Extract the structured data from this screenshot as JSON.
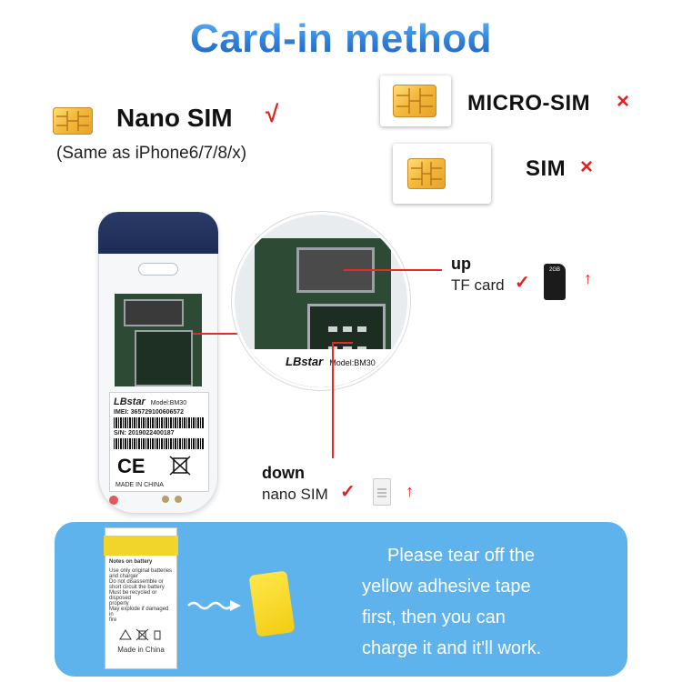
{
  "title": "Card-in method",
  "nano": {
    "label": "Nano SIM",
    "check": "√",
    "note": "(Same as iPhone6/7/8/x)"
  },
  "micro": {
    "label": "MICRO-SIM",
    "mark": "×"
  },
  "sim": {
    "label": "SIM",
    "mark": "×"
  },
  "phone_label": {
    "brand": "LBstar",
    "model": "Model:BM30",
    "imei": "IMEI: 365729100606572",
    "sn": "S/N: 2019022400187",
    "made": "MADE IN CHINA"
  },
  "zoom_label": {
    "brand": "LBstar",
    "model": "Model:BM30"
  },
  "annotations": {
    "up": {
      "title": "up",
      "text": "TF card",
      "check": "✓",
      "arrow": "↑",
      "card_text": "2GB"
    },
    "down": {
      "title": "down",
      "text": "nano SIM",
      "check": "✓",
      "arrow": "↑"
    }
  },
  "battery_label": {
    "heading": "Notes on battery",
    "lines": [
      "Use only original batteries",
      "and charger",
      "Do not disassemble or",
      "short circuit the battery",
      "Must be recycled or disposed",
      "properly",
      "May explode if damaged in",
      "fire"
    ],
    "made": "Made in China"
  },
  "panel_text": {
    "line1": "Please tear off the",
    "line2": "yellow adhesive tape",
    "line3": "first, then you can",
    "line4": "charge it and it'll work."
  },
  "colors": {
    "accent": "#2f7fd8",
    "panel": "#5fb3ec",
    "mark": "#e52020"
  }
}
